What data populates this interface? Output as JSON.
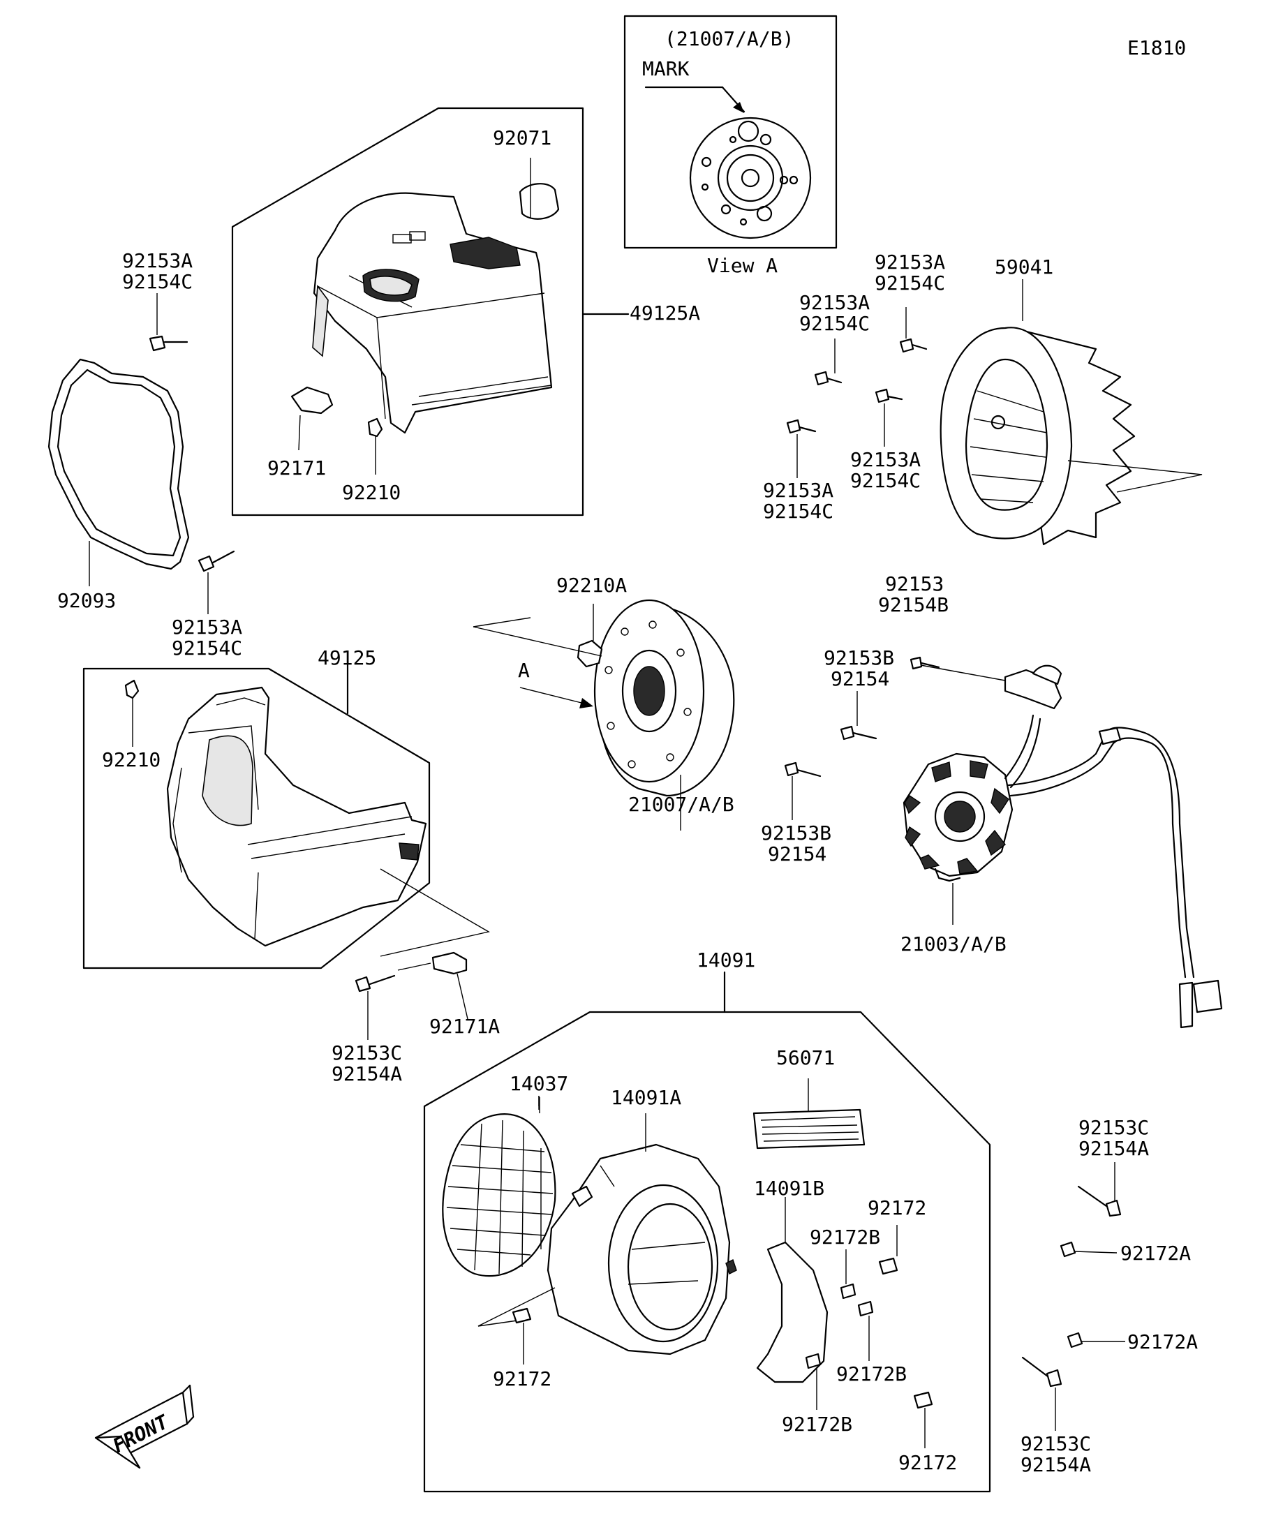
{
  "diagram": {
    "code": "E1810",
    "view": {
      "ref": "(21007/A/B)",
      "mark": "MARK",
      "title": "View A",
      "arrow_letter": "A"
    },
    "front": "FRONT",
    "labels": {
      "l92071": "92071",
      "l49125A": "49125A",
      "l92171": "92171",
      "l92210_top": "92210",
      "l92153A_tl": "92153A",
      "l92154C_tl": "92154C",
      "l92093": "92093",
      "l92153A_ml": "92153A",
      "l92154C_ml": "92154C",
      "l49125": "49125",
      "l92210_left": "92210",
      "l92210A": "92210A",
      "l21007": "21007/A/B",
      "l92153C_a": "92153C",
      "l92154A_a": "92154A",
      "l92171A": "92171A",
      "l59041": "59041",
      "l92153A_r1": "92153A",
      "l92154C_r1": "92154C",
      "l92153A_r2": "92153A",
      "l92154C_r2": "92154C",
      "l92153A_r3": "92153A",
      "l92154C_r3": "92154C",
      "l92153A_r4": "92153A",
      "l92154C_r4": "92154C",
      "l92153": "92153",
      "l92154B": "92154B",
      "l92153B_a": "92153B",
      "l92154_a": "92154",
      "l92153B_b": "92153B",
      "l92154_b": "92154",
      "l21003": "21003/A/B",
      "l14091": "14091",
      "l14037": "14037",
      "l14091A": "14091A",
      "l56071": "56071",
      "l14091B": "14091B",
      "l92172_a": "92172",
      "l92172B_a": "92172B",
      "l92172_b": "92172",
      "l92172B_b": "92172B",
      "l92172B_c": "92172B",
      "l92172_c": "92172",
      "l92153C_r1": "92153C",
      "l92154A_r1": "92154A",
      "l92172A_1": "92172A",
      "l92172A_2": "92172A",
      "l92153C_r2": "92153C",
      "l92154A_r2": "92154A"
    }
  }
}
